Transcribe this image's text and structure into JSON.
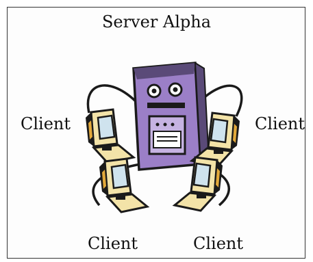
{
  "title": "Server Alpha",
  "clients": {
    "left": "Client",
    "right": "Client",
    "bottom_left": "Client",
    "bottom_right": "Client"
  },
  "colors": {
    "server": "#9b7fc7",
    "server_dark": "#5a4a78",
    "monitor_frame": "#f3e3a8",
    "monitor_accent": "#e3a93a",
    "screen": "#cfe3ee",
    "outline": "#1a1a1a"
  }
}
